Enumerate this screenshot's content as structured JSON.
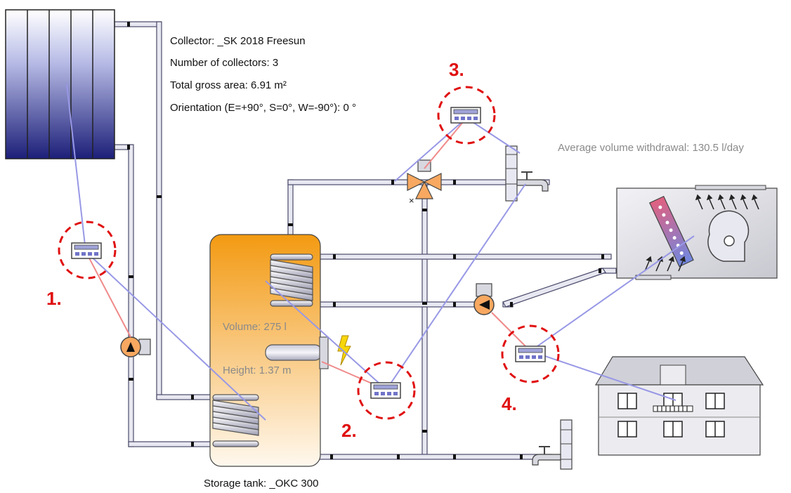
{
  "collector": {
    "name": "Collector: _SK 2018 Freesun",
    "count": "Number of collectors: 3",
    "area": "Total gross area: 6.91 m²",
    "orientation": "Orientation (E=+90°, S=0°, W=-90°): 0 °"
  },
  "withdrawal": "Average volume withdrawal: 130.5 l/day",
  "tank": {
    "volume": "Volume: 275 l",
    "height": "Height: 1.37 m",
    "caption": "Storage tank: _OKC 300"
  },
  "markers": [
    "1.",
    "2.",
    "3.",
    "4."
  ],
  "colors": {
    "pipe": "#e6e6f0",
    "pipe_outline": "#4a4a6a",
    "signal_blue": "#9898e6",
    "signal_red": "#f08a8a",
    "marker_red": "#e01010",
    "tank_top": "#f7a01e",
    "tank_bottom": "#fff4e6",
    "collector_dark": "#1c1f78"
  }
}
